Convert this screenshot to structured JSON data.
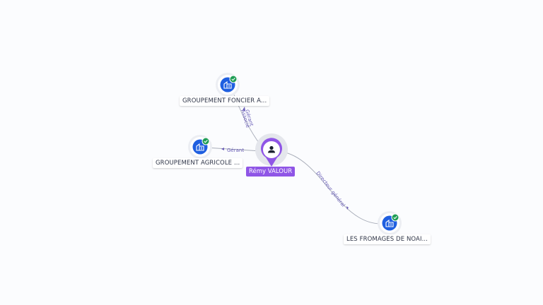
{
  "person": {
    "name": "Rémy VALOUR",
    "color": "#8f55e6",
    "icon": "user-icon"
  },
  "companies": [
    {
      "key": "c1",
      "label": "GROUPEMENT FONCIER A...",
      "icon": "building-icon",
      "verified": true
    },
    {
      "key": "c2",
      "label": "GROUPEMENT AGRICOLE ...",
      "icon": "building-icon",
      "verified": true
    },
    {
      "key": "c3",
      "label": "LES FROMAGES DE NOAI...",
      "icon": "building-icon",
      "verified": true
    }
  ],
  "relations": [
    {
      "to": "c1",
      "roles": [
        "Gérant",
        "Associé"
      ]
    },
    {
      "to": "c2",
      "roles": [
        "Gérant"
      ]
    },
    {
      "to": "c3",
      "roles": [
        "Directeur général"
      ]
    }
  ],
  "colors": {
    "company": "#1f5fe0",
    "verified": "#1f9d55",
    "edge": "#a7acb8",
    "label": "#6b5fb8"
  }
}
